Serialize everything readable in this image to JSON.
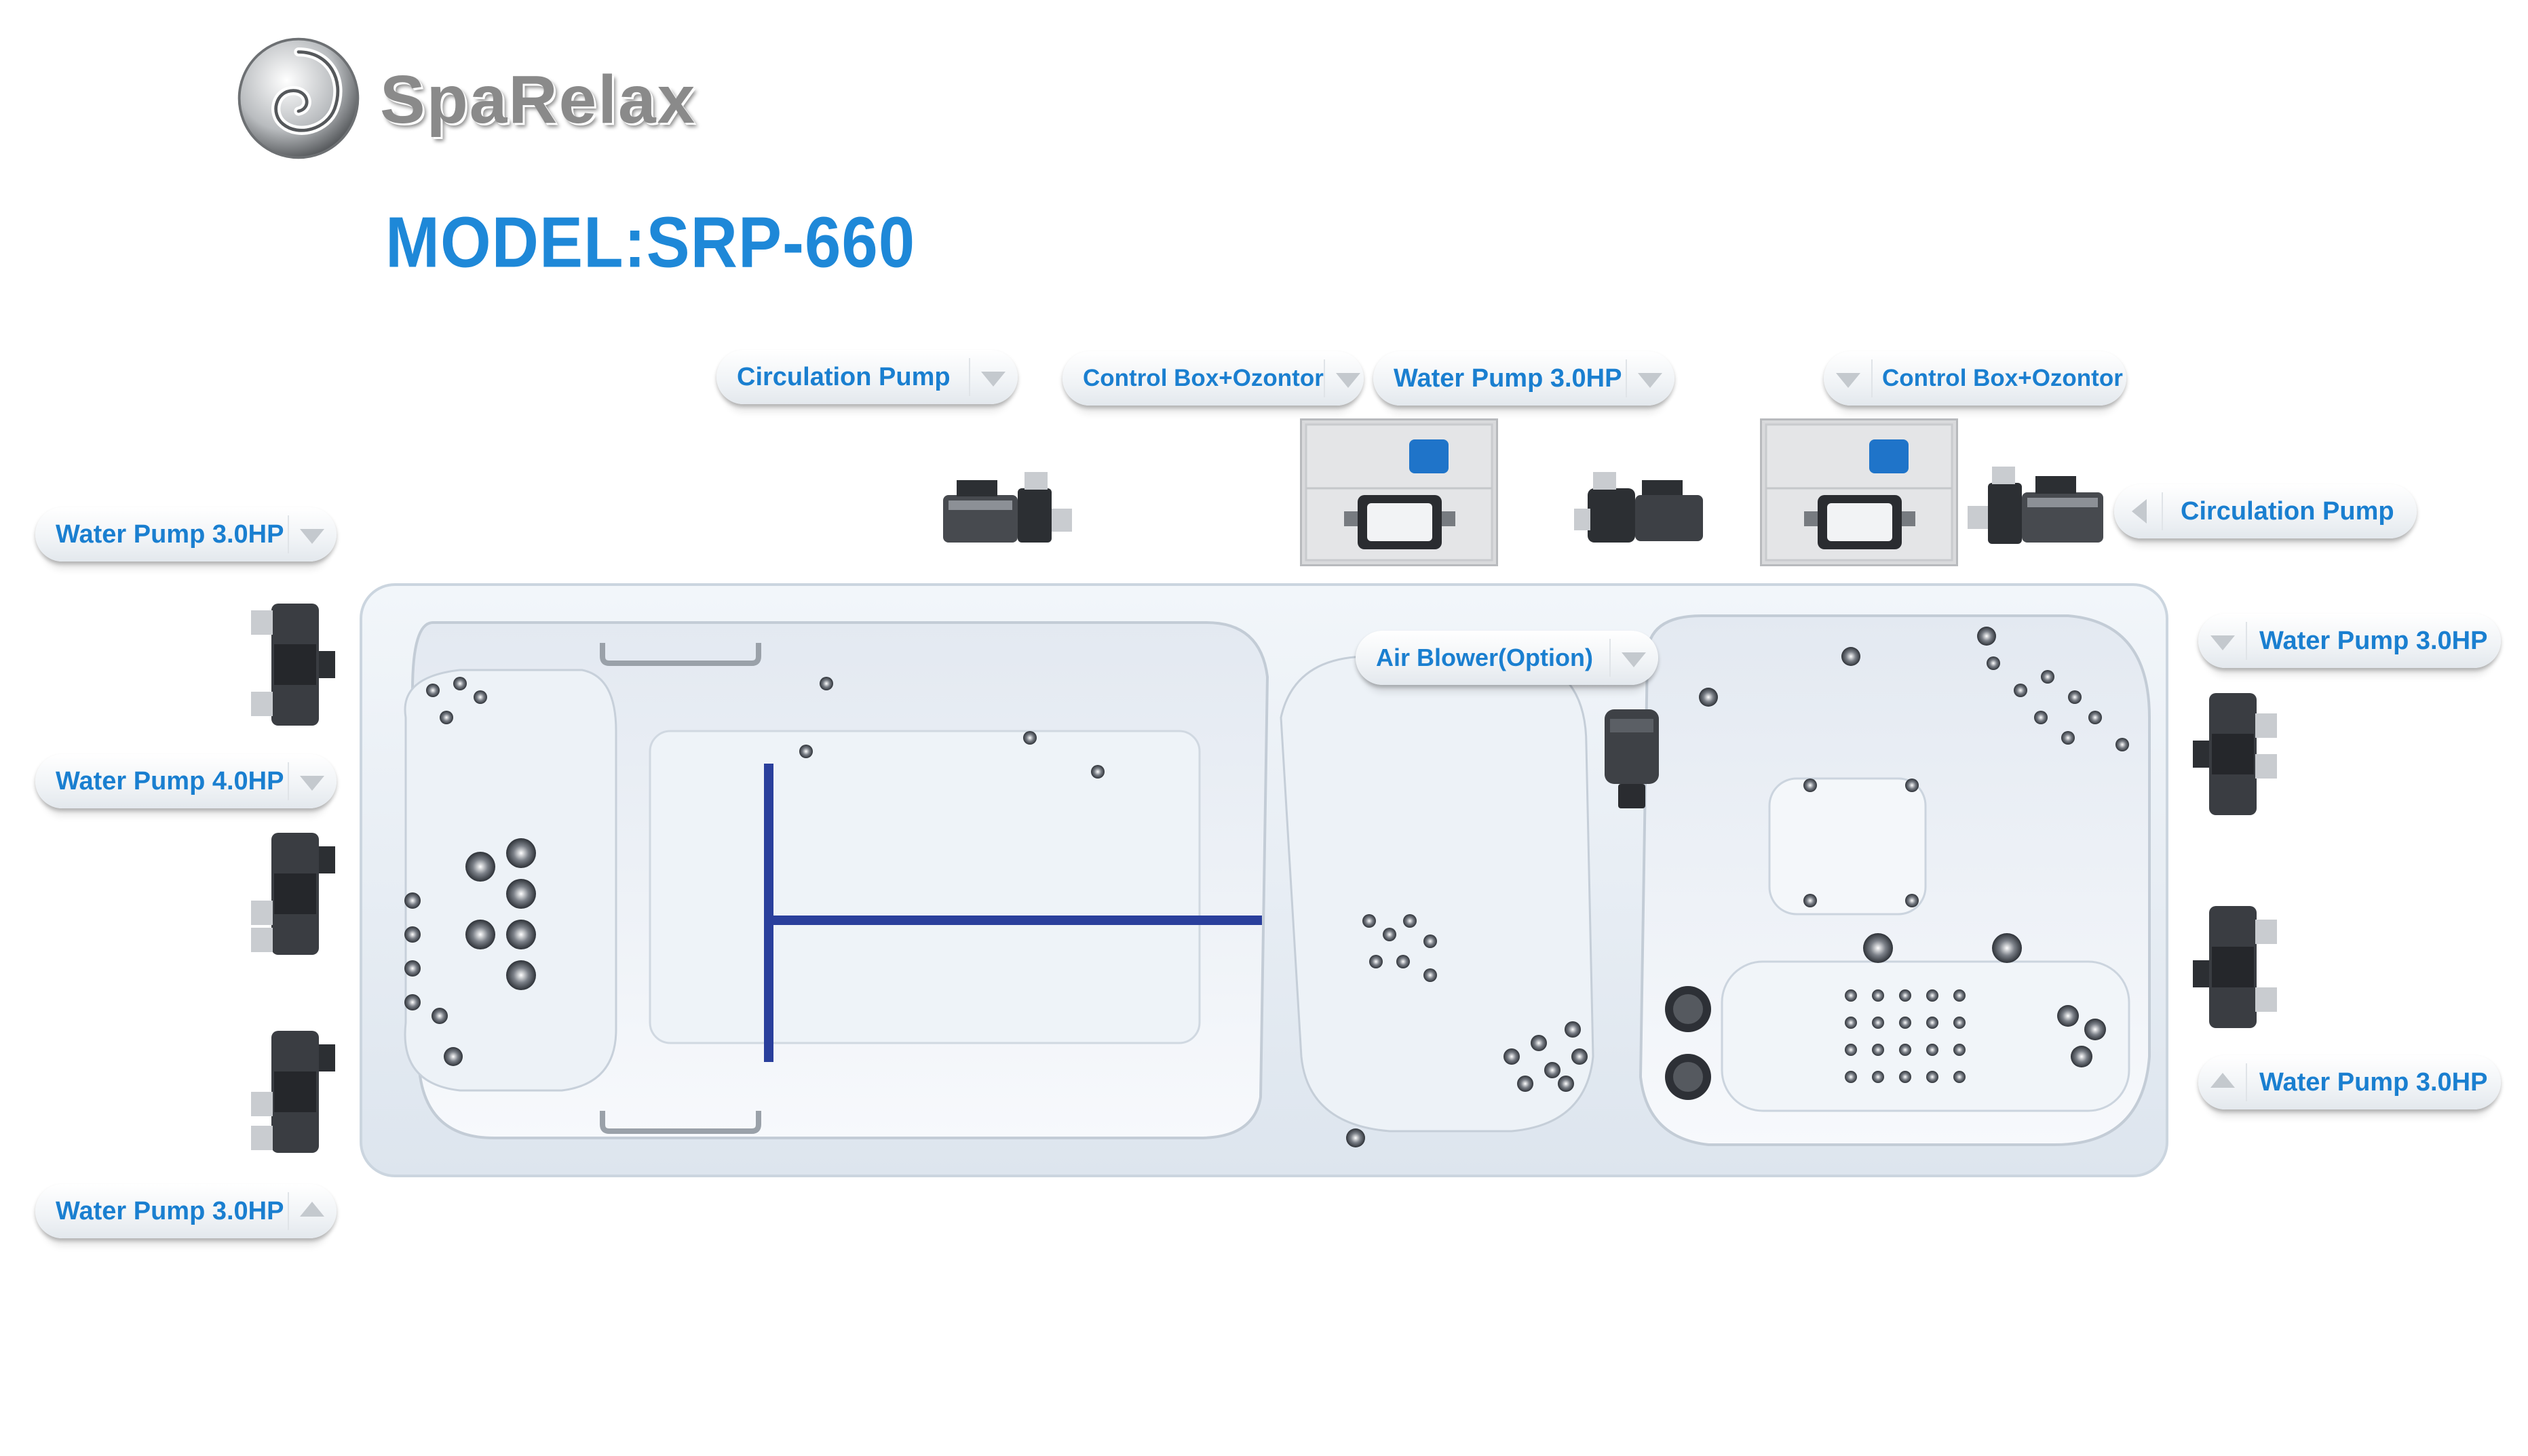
{
  "brand": {
    "name": "SpaRelax"
  },
  "model": {
    "text": "MODEL:SRP-660"
  },
  "labels": {
    "circulation_pump_top": "Circulation Pump",
    "control_box_left": "Control Box+Ozontor",
    "water_pump_top": "Water Pump 3.0HP",
    "control_box_right": "Control Box+Ozontor",
    "circulation_pump_right": "Circulation Pump",
    "water_pump_left_1": "Water Pump 3.0HP",
    "water_pump_left_2": "Water Pump 4.0HP",
    "water_pump_left_3": "Water Pump 3.0HP",
    "air_blower": "Air Blower(Option)",
    "water_pump_right_1": "Water Pump 3.0HP",
    "water_pump_right_2": "Water Pump 3.0HP"
  },
  "colors": {
    "label_text": "#1a7fd0",
    "model_text": "#1e88d8",
    "tub_shell": "#e8eef4",
    "lane_marking": "#2a3f9c",
    "pump_body": "#3a3a3a",
    "ozonator": "#1f74c9"
  },
  "icons": {
    "arrow_down": "triangle-down-icon",
    "arrow_up": "triangle-up-icon",
    "arrow_left": "triangle-left-icon"
  }
}
